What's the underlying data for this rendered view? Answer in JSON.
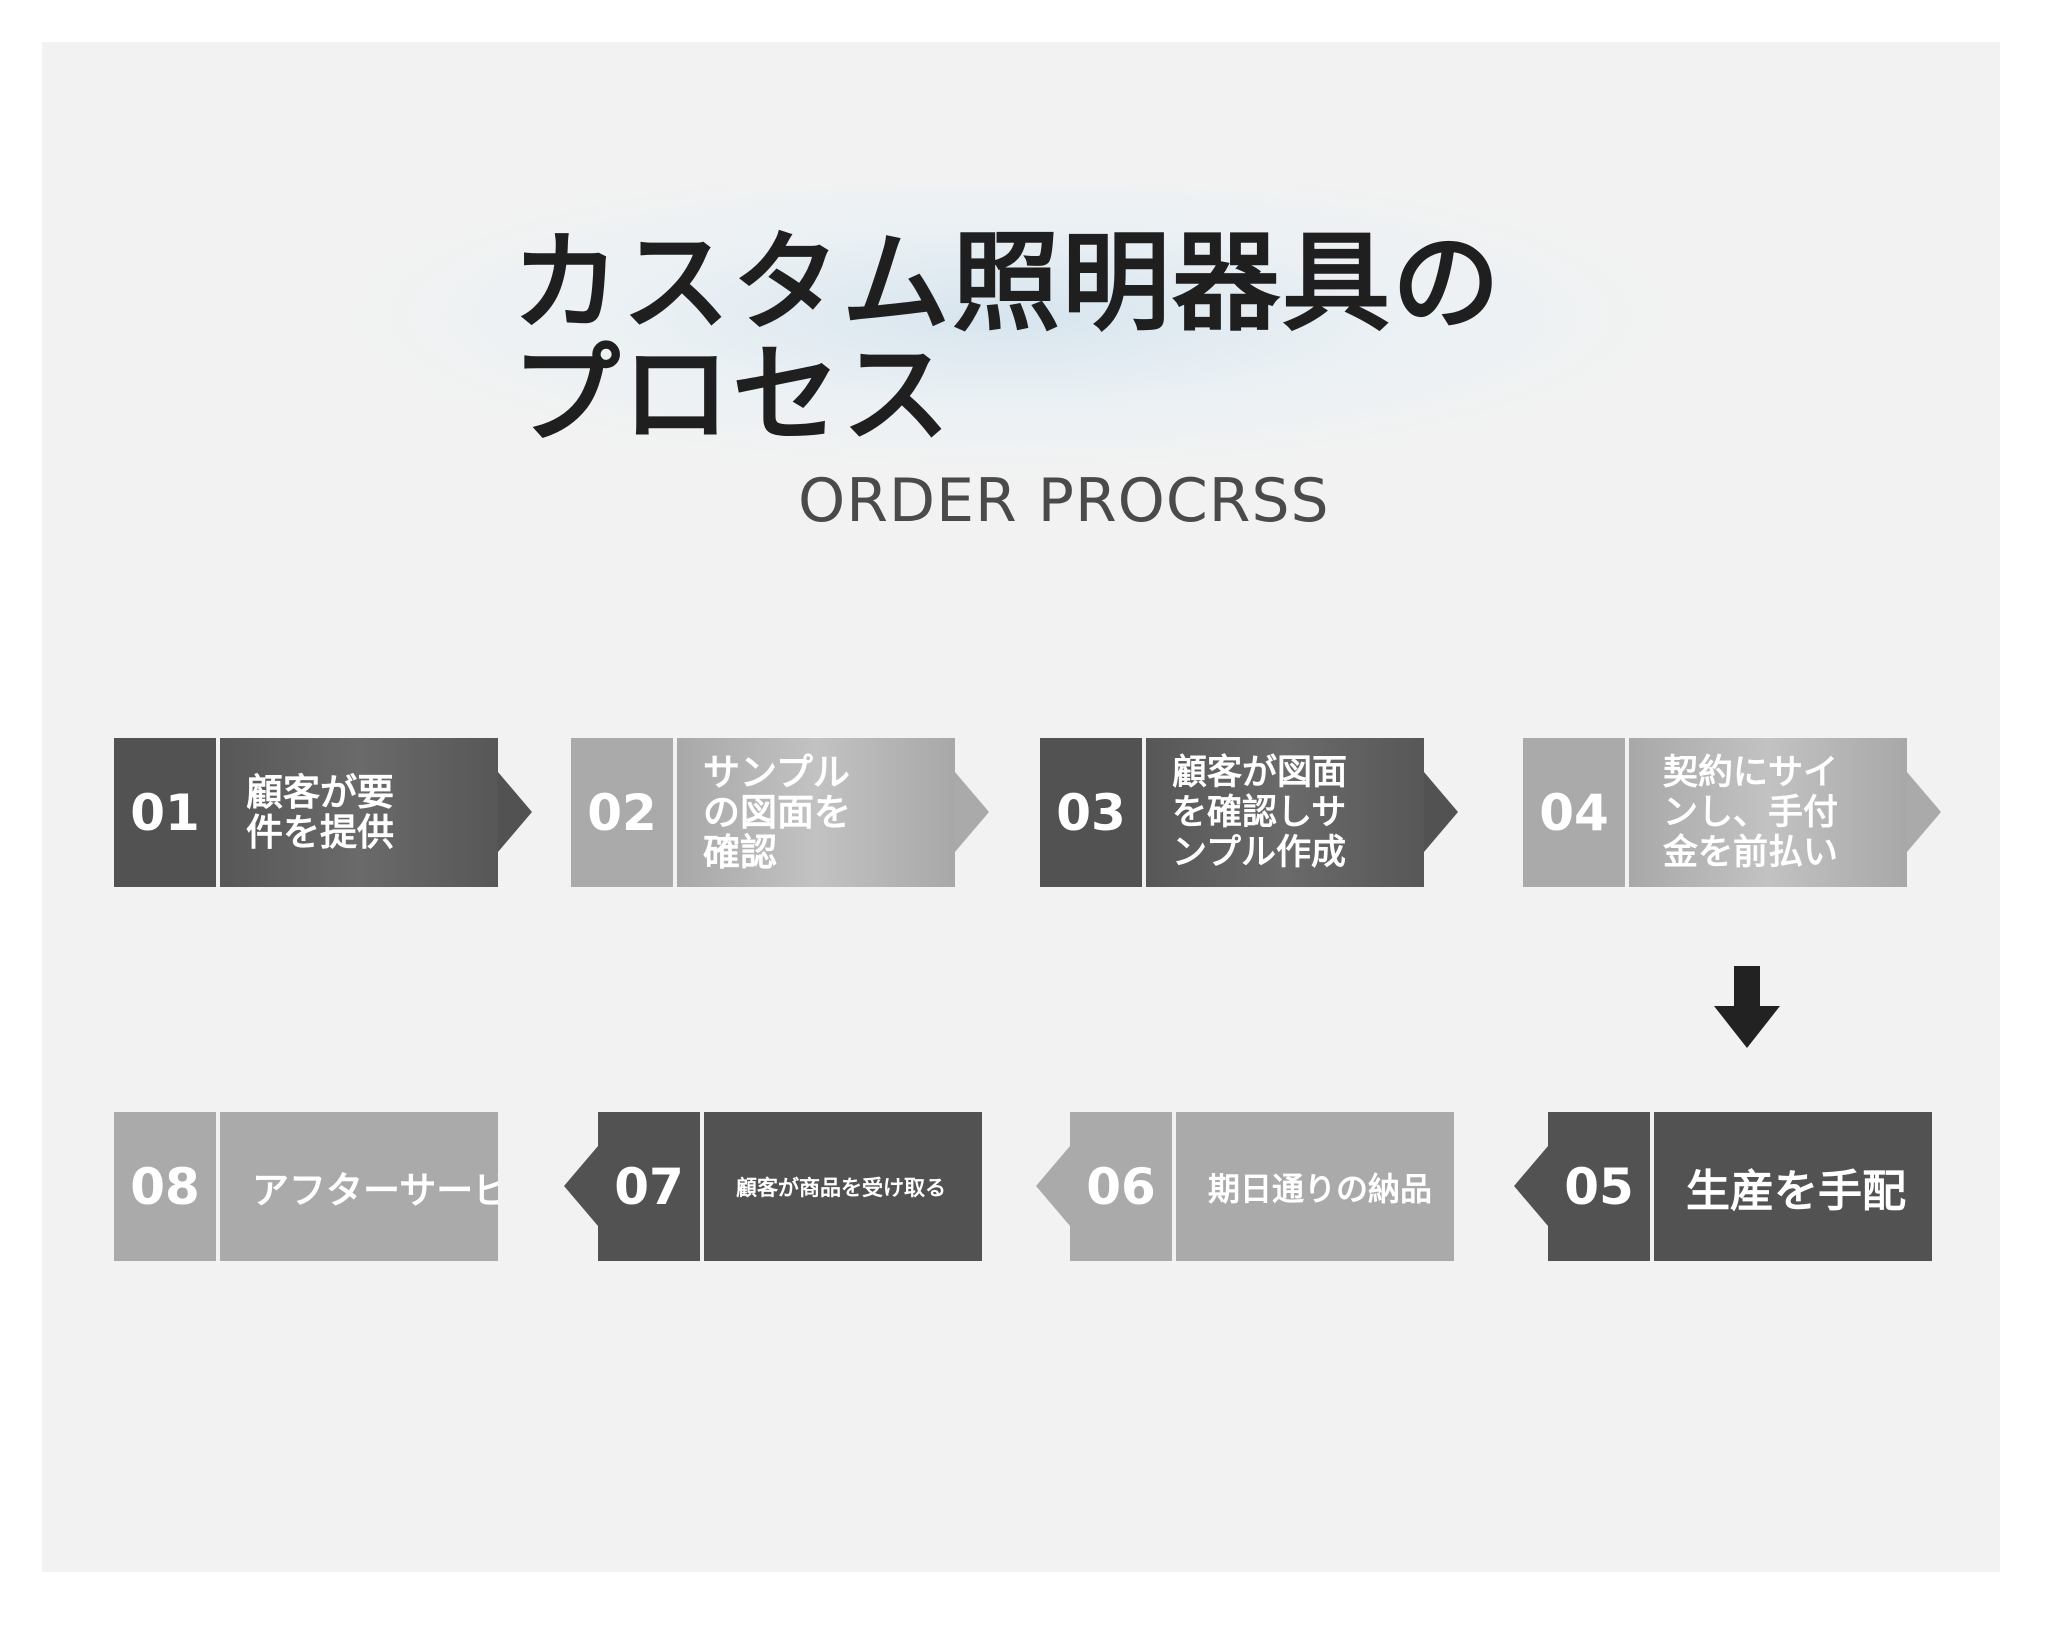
{
  "header": {
    "title_line1": "カスタム照明器具の",
    "title_line2": "プロセス",
    "subtitle": "ORDER PROCRSS"
  },
  "steps": [
    {
      "number": "01",
      "text": "顧客が要\n件を提供"
    },
    {
      "number": "02",
      "text": "サンプル\nの図面を\n確認"
    },
    {
      "number": "03",
      "text": "顧客が図面\nを確認しサ\nンプル作成"
    },
    {
      "number": "04",
      "text": "契約にサイ\nンし、手付\n金を前払い"
    },
    {
      "number": "05",
      "text": "生産を手配"
    },
    {
      "number": "06",
      "text": "期日通りの納品"
    },
    {
      "number": "07",
      "text": "顧客が商品を受け取る"
    },
    {
      "number": "08",
      "text": "アフターサービ"
    }
  ],
  "colors": {
    "dark": "#525252",
    "light": "#aaaaaa",
    "background": "#f2f2f2"
  },
  "icons": {
    "flow_down": "arrow-down-icon"
  }
}
